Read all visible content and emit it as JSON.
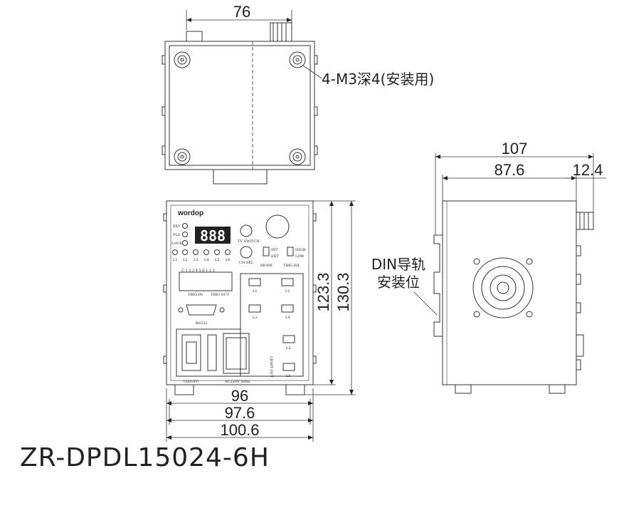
{
  "dimensions": {
    "top_width": "76",
    "overall_depth": "107",
    "body_depth": "87.6",
    "knob_offset": "12.4",
    "height_body": "123.3",
    "height_total": "130.3",
    "width_inner": "96",
    "width_mid": "97.6",
    "width_outer": "100.6"
  },
  "notes": {
    "mount_holes": "4-M3深4(安装用)",
    "din_rail_line1": "DIN导轨",
    "din_rail_line2": "安装位"
  },
  "model": "ZR-DPDL15024-6H",
  "front_panel": {
    "brand": "wordop",
    "display": "888",
    "led_labels": [
      "EXT",
      "PLS",
      "LOCK"
    ],
    "bottom_leds": [
      "L1",
      "L2",
      "L3",
      "L4",
      "L5",
      "L6"
    ],
    "switch_label": "TV SWITCH",
    "ch_sel": "CH SEL",
    "mode": "MODE",
    "int": "INT",
    "ext": "EXT",
    "high": "HIGH",
    "low": "LOW",
    "trig_hl": "TRIG H/L",
    "terminal_numbers": "C 1 2 3 4 5 6 1 2 3",
    "trig_in": "TRIG IN",
    "trig_out": "TRIG OUT",
    "rs232": "RS232",
    "output_labels": [
      "L1",
      "L2",
      "L3",
      "L4",
      "L5",
      "L6"
    ],
    "light_out": "LIGHT OUT",
    "on_off": "ON/OFF",
    "ac_input": "AC220V 50Hz"
  }
}
